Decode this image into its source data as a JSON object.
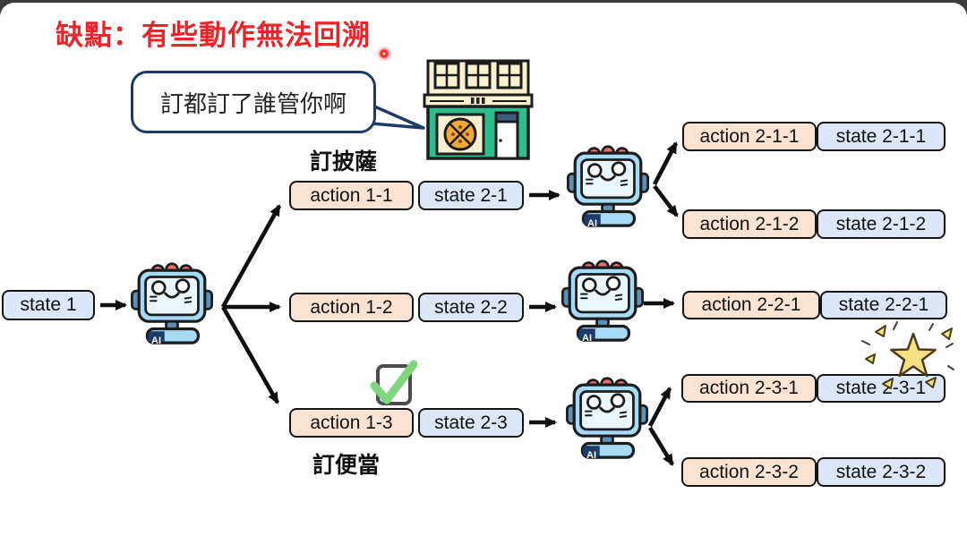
{
  "title": {
    "text": "缺點：有些動作無法回溯"
  },
  "speech_bubble": {
    "text": "訂都訂了誰管你啊"
  },
  "annotations": {
    "pizza_label": "訂披薩",
    "bento_label": "訂便當"
  },
  "robot": {
    "badge": "AI"
  },
  "nodes": {
    "state_1": "state 1",
    "action_1_1": "action 1-1",
    "state_2_1": "state 2-1",
    "action_1_2": "action 1-2",
    "state_2_2": "state 2-2",
    "action_1_3": "action 1-3",
    "state_2_3": "state 2-3",
    "action_2_1_1": "action 2-1-1",
    "state_2_1_1": "state 2-1-1",
    "action_2_1_2": "action 2-1-2",
    "state_2_1_2": "state 2-1-2",
    "action_2_2_1": "action 2-2-1",
    "state_2_2_1": "state 2-2-1",
    "action_2_3_1": "action 2-3-1",
    "state_2_3_1": "state 2-3-1",
    "action_2_3_2": "action 2-3-2",
    "state_2_3_2": "state 2-3-2"
  },
  "colors": {
    "title_red": "#e8252a",
    "action_fill": "#fbe3d4",
    "state_fill": "#dbe6f6",
    "box_border": "#141414",
    "arrow": "#101010",
    "bubble_border": "#1e3a68",
    "robot_blue": "#a6dbf7",
    "robot_screen": "#eaf6fd",
    "robot_dark_blue": "#5f8fb4",
    "antenna_red": "#e87070",
    "star_gold": "#f8e084",
    "check_green": "#7fd67f",
    "shop_green": "#2dbd8e",
    "shop_cream": "#fbf0cf",
    "pizza_orange": "#f2a93b",
    "door_navy": "#3d5a80"
  }
}
